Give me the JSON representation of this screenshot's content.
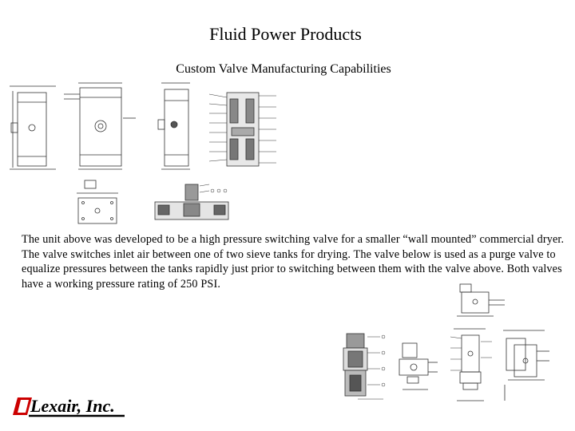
{
  "header": {
    "title": "Fluid Power Products",
    "subtitle": "Custom Valve Manufacturing Capabilities"
  },
  "description": "The unit above was developed to be a high pressure switching valve for a smaller “wall mounted” commercial dryer. The valve switches inlet air between one of two sieve tanks for drying. The valve below is used as a purge valve to equalize pressures between the tanks rapidly just prior to switching between them with the valve above. Both valves have a working pressure rating of 250 PSI.",
  "logo": {
    "text": "Lexair, Inc.",
    "color": "#000000",
    "accent": "#cc0000"
  },
  "drawings": [
    {
      "name": "switching-valve-front-view"
    },
    {
      "name": "switching-valve-side-view"
    },
    {
      "name": "switching-valve-end-view"
    },
    {
      "name": "switching-valve-section-view"
    },
    {
      "name": "switching-valve-top-view"
    },
    {
      "name": "switching-valve-bottom-section"
    },
    {
      "name": "purge-valve-section-view"
    },
    {
      "name": "purge-valve-front-view"
    },
    {
      "name": "purge-valve-side-view"
    },
    {
      "name": "purge-valve-end-view"
    },
    {
      "name": "purge-valve-solenoid-view"
    }
  ]
}
